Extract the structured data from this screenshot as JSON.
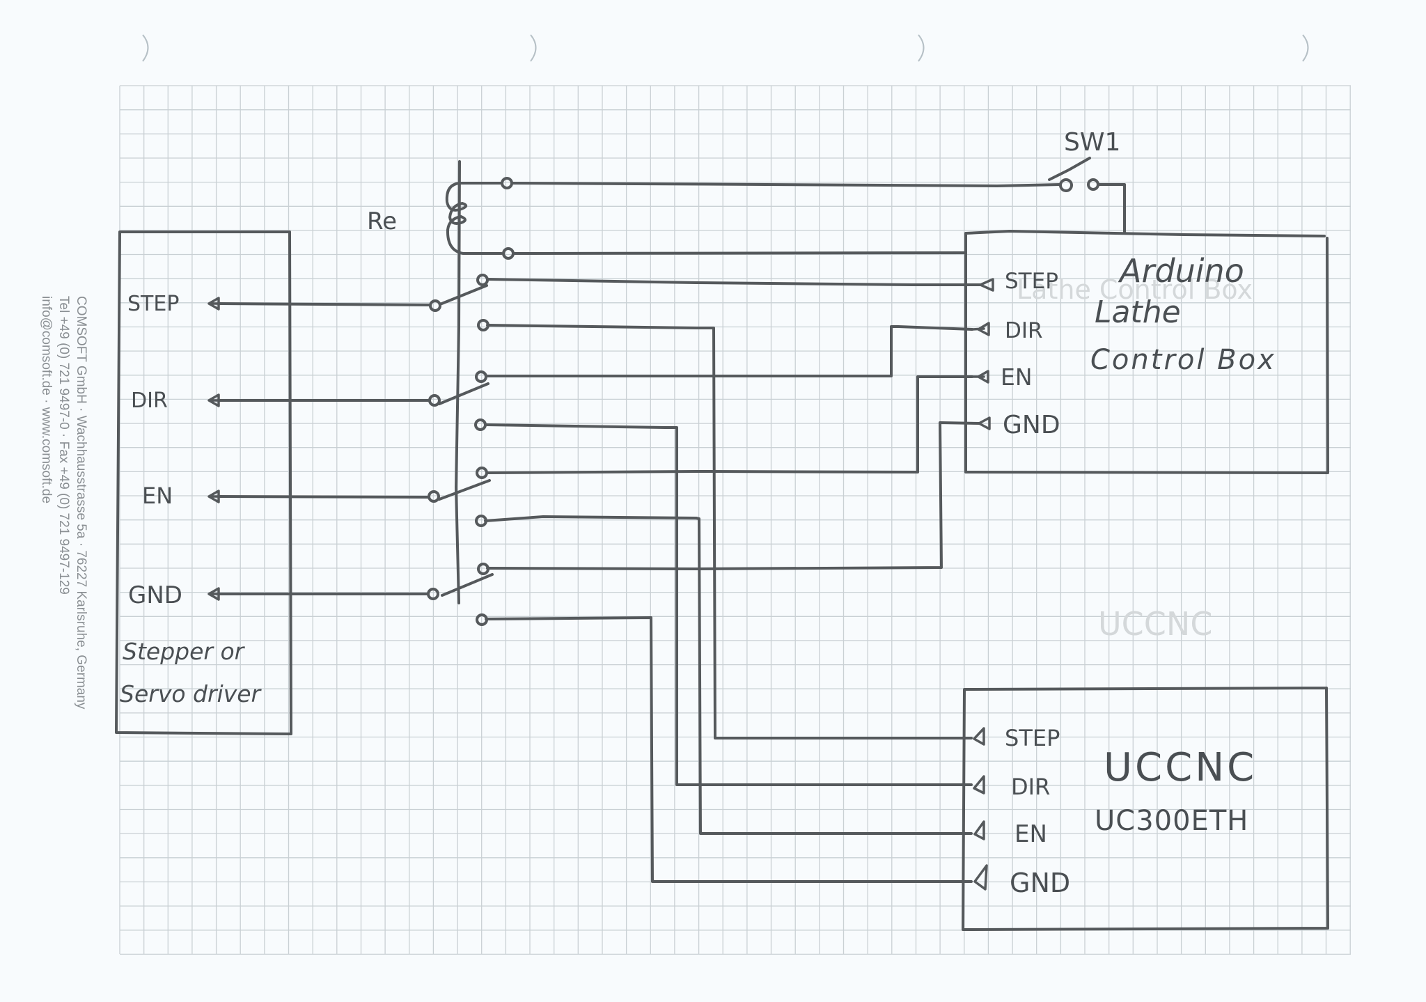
{
  "letterhead": {
    "line1": "COMSOFT GmbH · Wachhausstrasse 5a · 76227 Karlsruhe, Germany",
    "line2": "Tel +49 (0) 721 9497-0 · Fax +49 (0) 721 9497-129",
    "line3": "info@comsoft.de · www.comsoft.de"
  },
  "colors": {
    "paper": "#f8fbfd",
    "grid": "#c9d0d4",
    "ink": "#55595c",
    "letterhead": "#8a8f93"
  },
  "driver": {
    "title_line1": "Stepper or",
    "title_line2": "Servo driver",
    "pins": [
      "STEP",
      "DIR",
      "EN",
      "GND"
    ]
  },
  "relay": {
    "label": "Re",
    "contacts": 4
  },
  "switch": {
    "label": "SW1"
  },
  "arduino": {
    "title_line1": "Arduino",
    "title_line2": "Lathe",
    "title_line3": "Control Box",
    "pins": [
      "STEP",
      "DIR",
      "EN",
      "GND"
    ],
    "ghost_text": "Lathe Control Box"
  },
  "uccnc": {
    "title_line1": "UCCNC",
    "title_line2": "UC300ETH",
    "pins": [
      "STEP",
      "DIR",
      "EN",
      "GND"
    ],
    "ghost_text": "UCCNC"
  }
}
